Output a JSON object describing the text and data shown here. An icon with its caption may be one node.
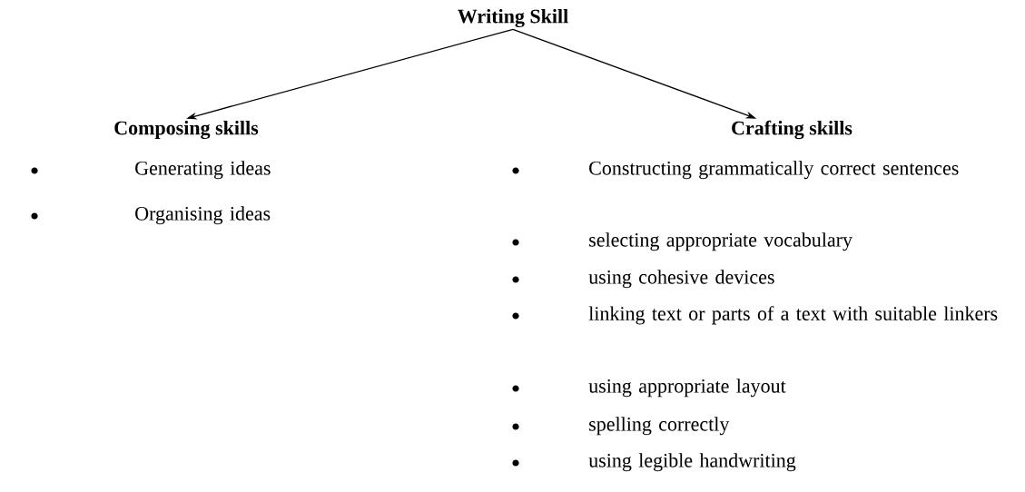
{
  "diagram": {
    "nodes": [
      {
        "text": [
          "Writing Skill"
        ]
      },
      {
        "text": [
          "Composing skills"
        ]
      },
      {
        "text": [
          "Crafting skills"
        ]
      }
    ],
    "edges": [
      {
        "from": 0,
        "to": 1,
        "arrow": "to"
      },
      {
        "from": 0,
        "to": 2,
        "arrow": "to"
      }
    ],
    "labels": [
      "Generating ideas",
      "Organising ideas",
      "Constructing grammatically correct sentences",
      "selecting appropriate vocabulary",
      "using cohesive devices",
      "linking text or parts of a text with suitable linkers",
      "using appropriate layout",
      "spelling correctly",
      "using legible handwriting"
    ]
  }
}
